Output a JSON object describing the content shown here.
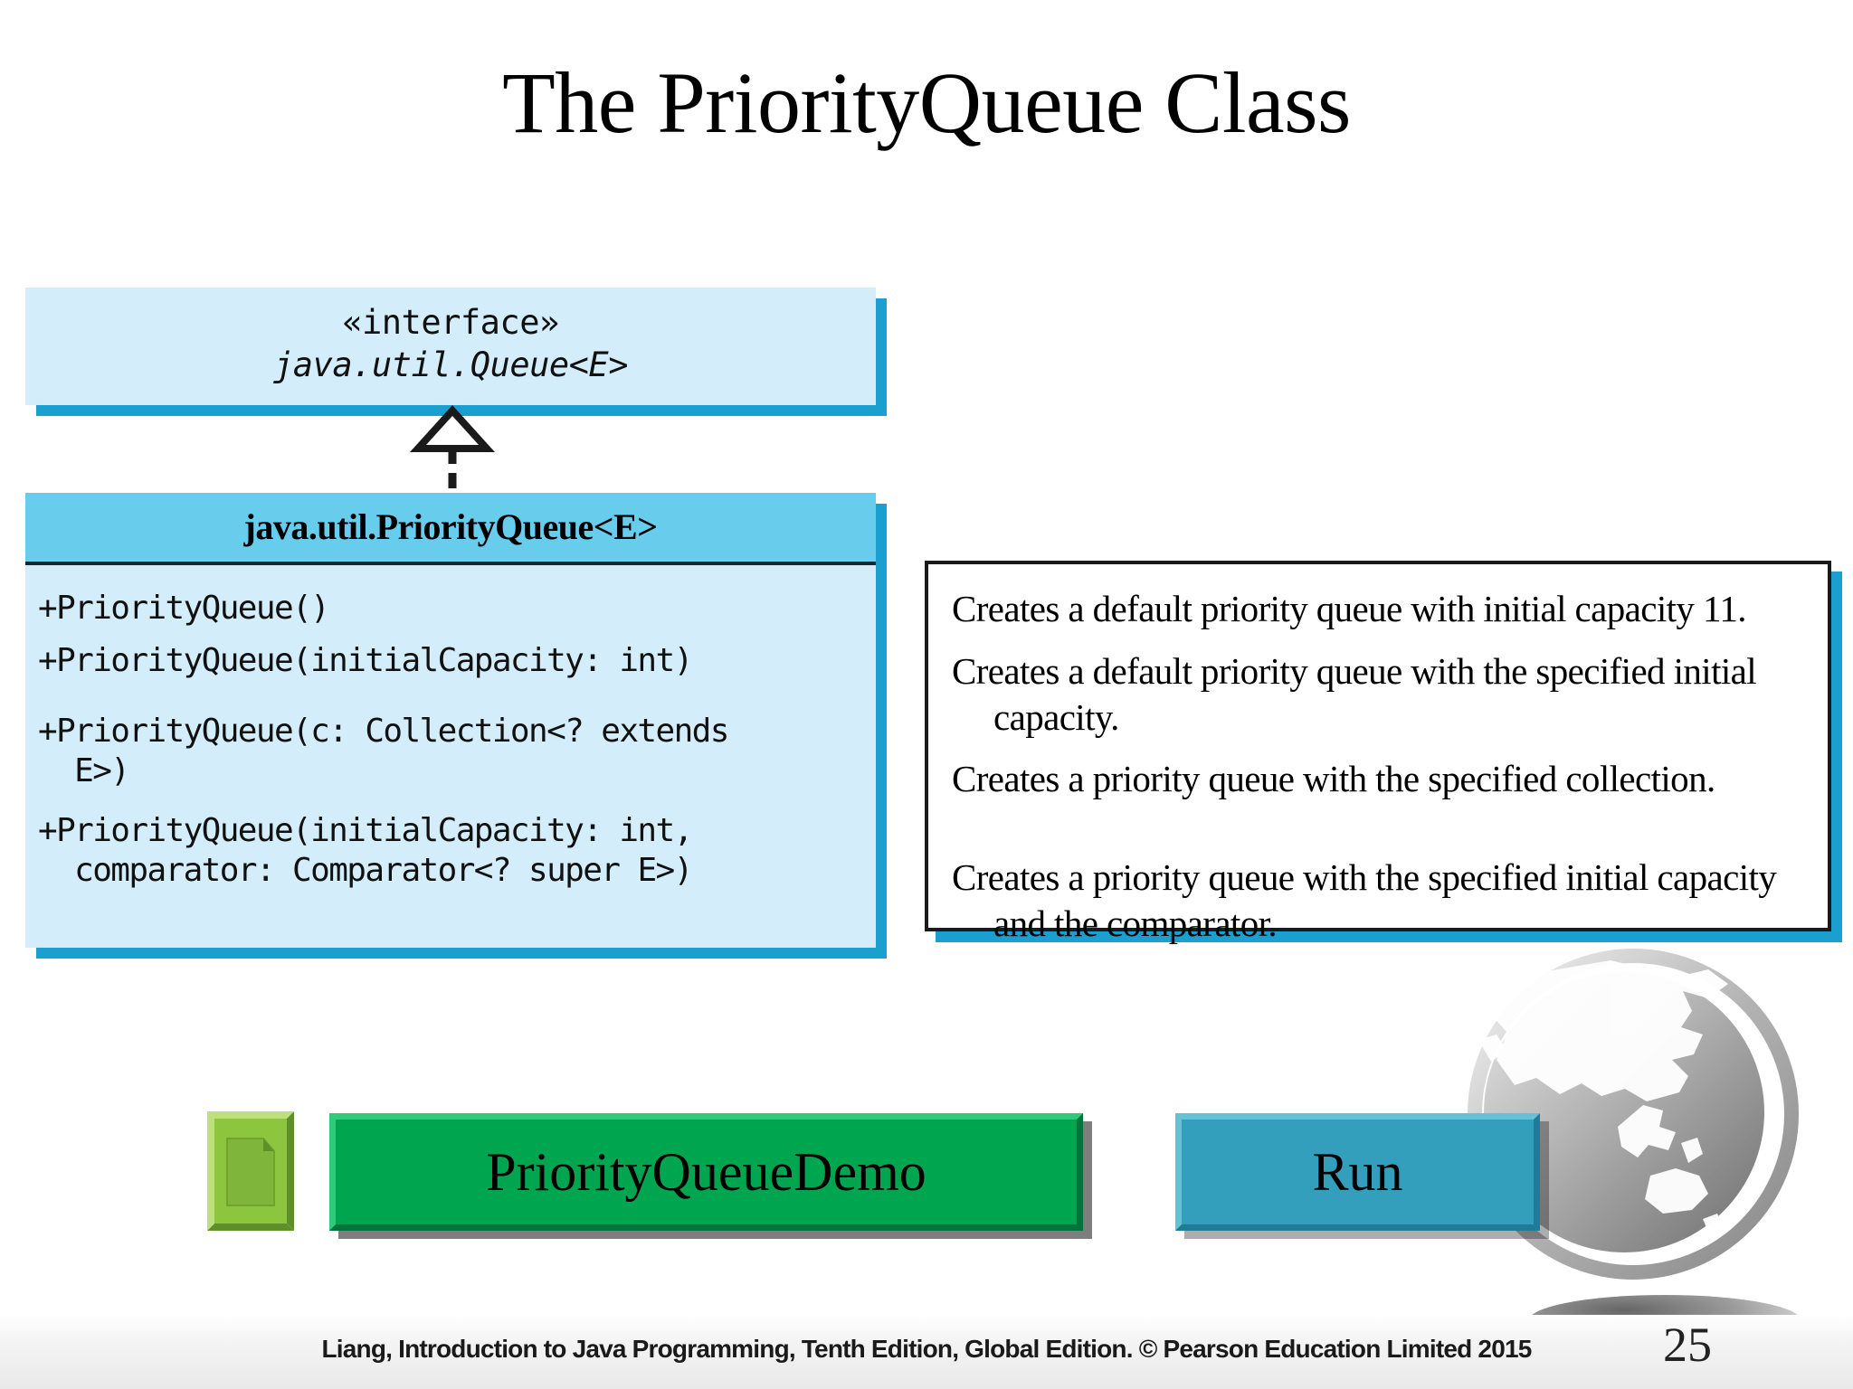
{
  "slide": {
    "title": "The PriorityQueue Class",
    "page_number": "25",
    "footer": "Liang, Introduction to Java Programming, Tenth Edition, Global Edition. © Pearson Education Limited 2015"
  },
  "colors": {
    "box_fill_light": "#D3EDFA",
    "box_header_blue": "#68CCEC",
    "box_shadow_blue": "#1B9FD0",
    "demo_button_green": "#00A64F",
    "run_button_teal": "#349FBC",
    "doc_icon_green": "#8CC63F"
  },
  "diagram": {
    "interface_box": {
      "stereotype": "«interface»",
      "name": "java.util.Queue<E>"
    },
    "relation": {
      "type": "realization-arrow",
      "style": "dashed-line-hollow-triangle"
    },
    "class_box": {
      "header": "java.util.PriorityQueue<E>",
      "methods": [
        "+PriorityQueue()",
        "+PriorityQueue(initialCapacity: int)",
        "+PriorityQueue(c: Collection<? extends\n  E>)",
        "+PriorityQueue(initialCapacity: int,\n  comparator: Comparator<? super E>)"
      ]
    },
    "descriptions": [
      "Creates a default priority queue with initial capacity 11.",
      "Creates a default priority queue with the specified initial capacity.",
      "Creates a priority queue with the specified collection.",
      "Creates a priority queue with the specified initial capacity and the comparator."
    ]
  },
  "actions": {
    "doc_icon_name": "document-icon",
    "demo_button_label": "PriorityQueueDemo",
    "run_button_label": "Run"
  }
}
